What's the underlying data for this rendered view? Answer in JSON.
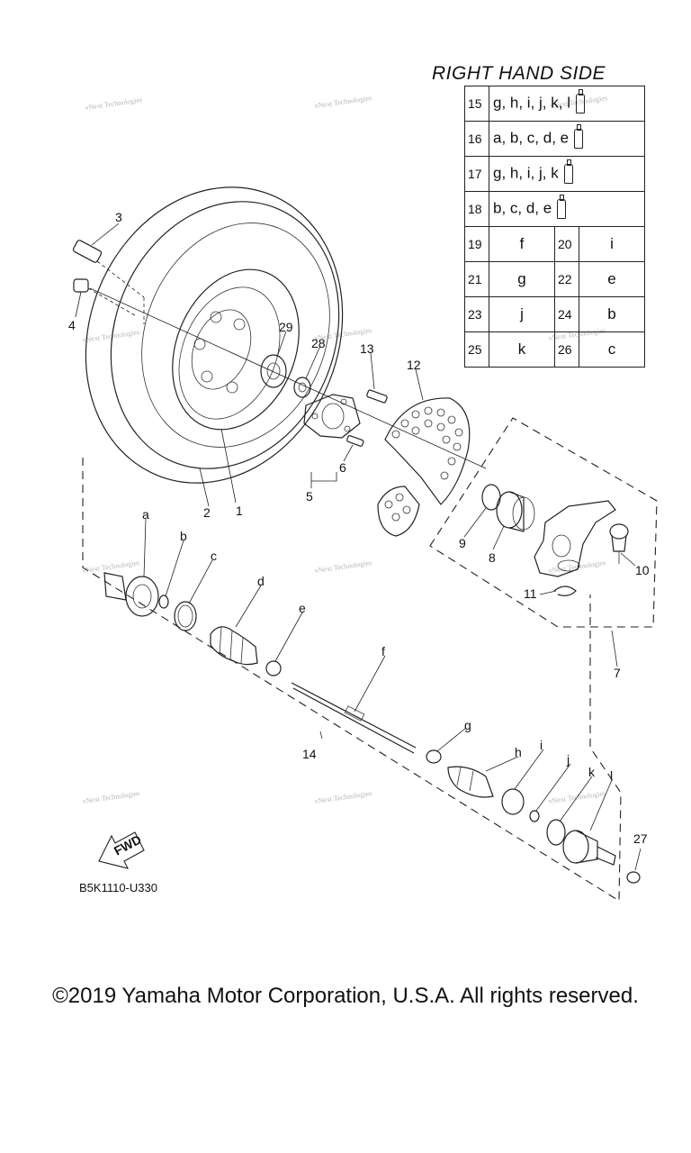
{
  "header": {
    "title": "RIGHT HAND SIDE"
  },
  "legend": {
    "rows_wide": [
      {
        "num": "15",
        "letters": "g, h, i, j, k, l",
        "icon": "grease-tube-icon"
      },
      {
        "num": "16",
        "letters": "a, b, c, d, e",
        "icon": "grease-tube-icon"
      },
      {
        "num": "17",
        "letters": "g, h, i, j, k",
        "icon": "grease-tube-icon"
      },
      {
        "num": "18",
        "letters": "b, c, d, e",
        "icon": "grease-tube-icon"
      }
    ],
    "rows_pairs": [
      {
        "n1": "19",
        "v1": "f",
        "n2": "20",
        "v2": "i"
      },
      {
        "n1": "21",
        "v1": "g",
        "n2": "22",
        "v2": "e"
      },
      {
        "n1": "23",
        "v1": "j",
        "n2": "24",
        "v2": "b"
      },
      {
        "n1": "25",
        "v1": "k",
        "n2": "26",
        "v2": "c"
      }
    ]
  },
  "callouts": {
    "n1": "1",
    "n2": "2",
    "n3": "3",
    "n4": "4",
    "n5": "5",
    "n6": "6",
    "n7": "7",
    "n8": "8",
    "n9": "9",
    "n10": "10",
    "n11": "11",
    "n12": "12",
    "n13": "13",
    "n14": "14",
    "n27": "27",
    "n28": "28",
    "n29": "29",
    "a": "a",
    "b": "b",
    "c": "c",
    "d": "d",
    "e": "e",
    "f": "f",
    "g": "g",
    "h": "h",
    "i": "i",
    "j": "j",
    "k": "k",
    "l": "l"
  },
  "fwd_label": "FWD",
  "diagram_code": "B5K1110-U330",
  "watermark": "vNext Technologies",
  "footer": {
    "copyright": "©2019 Yamaha Motor Corporation, U.S.A. All rights reserved."
  }
}
